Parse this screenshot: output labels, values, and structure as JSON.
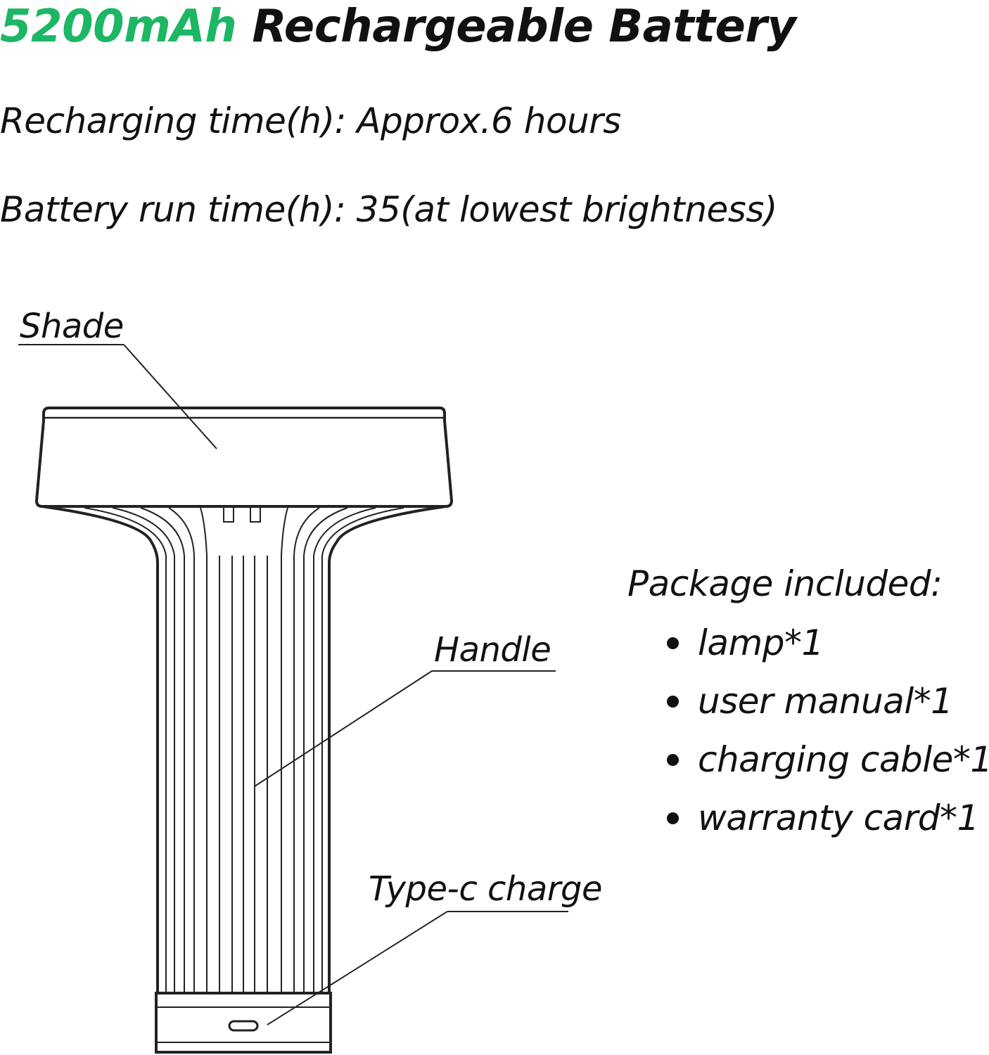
{
  "heading": {
    "accent": "5200mAh",
    "rest": " Rechargeable Battery",
    "accent_color": "#1db664"
  },
  "specs": {
    "recharging": "Recharging time(h): Approx.6 hours",
    "runtime": "Battery run time(h): 35(at lowest brightness)"
  },
  "diagram": {
    "labels": {
      "shade": "Shade",
      "handle": "Handle",
      "charge": "Type-c charge"
    }
  },
  "package": {
    "title": "Package included:",
    "items": [
      "lamp*1",
      "user manual*1",
      "charging cable*1",
      "warranty card*1"
    ]
  }
}
